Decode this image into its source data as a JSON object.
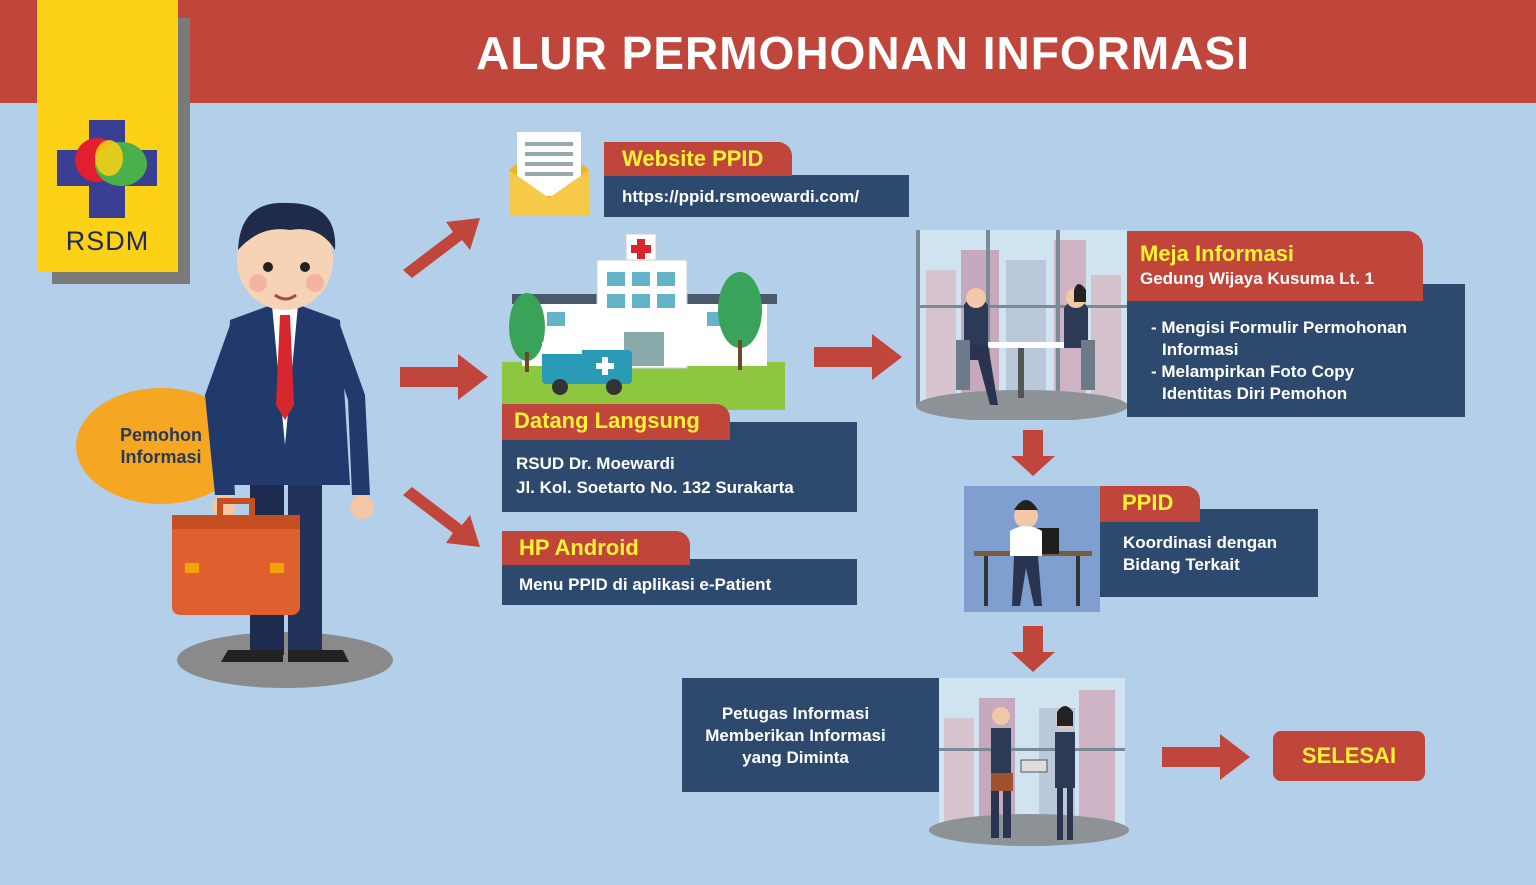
{
  "title": "ALUR PERMOHONAN INFORMASI",
  "logo": {
    "text": "RSDM"
  },
  "applicant": {
    "line1": "Pemohon",
    "line2": "Informasi"
  },
  "website": {
    "label": "Website PPID",
    "url": "https://ppid.rsmoewardi.com/"
  },
  "walkin": {
    "label": "Datang Langsung",
    "line1": "RSUD Dr. Moewardi",
    "line2": "Jl. Kol. Soetarto No. 132 Surakarta"
  },
  "android": {
    "label": "HP Android",
    "line1": "Menu PPID di aplikasi e-Patient"
  },
  "desk": {
    "label": "Meja Informasi",
    "sub": "Gedung Wijaya Kusuma Lt. 1",
    "item1_a": "- Mengisi Formulir Permohonan",
    "item1_b": "Informasi",
    "item2_a": "- Melampirkan Foto Copy",
    "item2_b": "Identitas Diri Pemohon"
  },
  "ppid": {
    "label": "PPID",
    "line1": "Koordinasi dengan",
    "line2": "Bidang Terkait"
  },
  "officer": {
    "line1": "Petugas Informasi",
    "line2": "Memberikan Informasi",
    "line3": "yang Diminta"
  },
  "done": {
    "label": "SELESAI"
  },
  "colors": {
    "header_red": "#c0453a",
    "navy": "#2d4a6e",
    "background": "#b3cfe9",
    "yellow": "#fcd116",
    "orange": "#f5a623",
    "tag_text": "#fff333"
  }
}
